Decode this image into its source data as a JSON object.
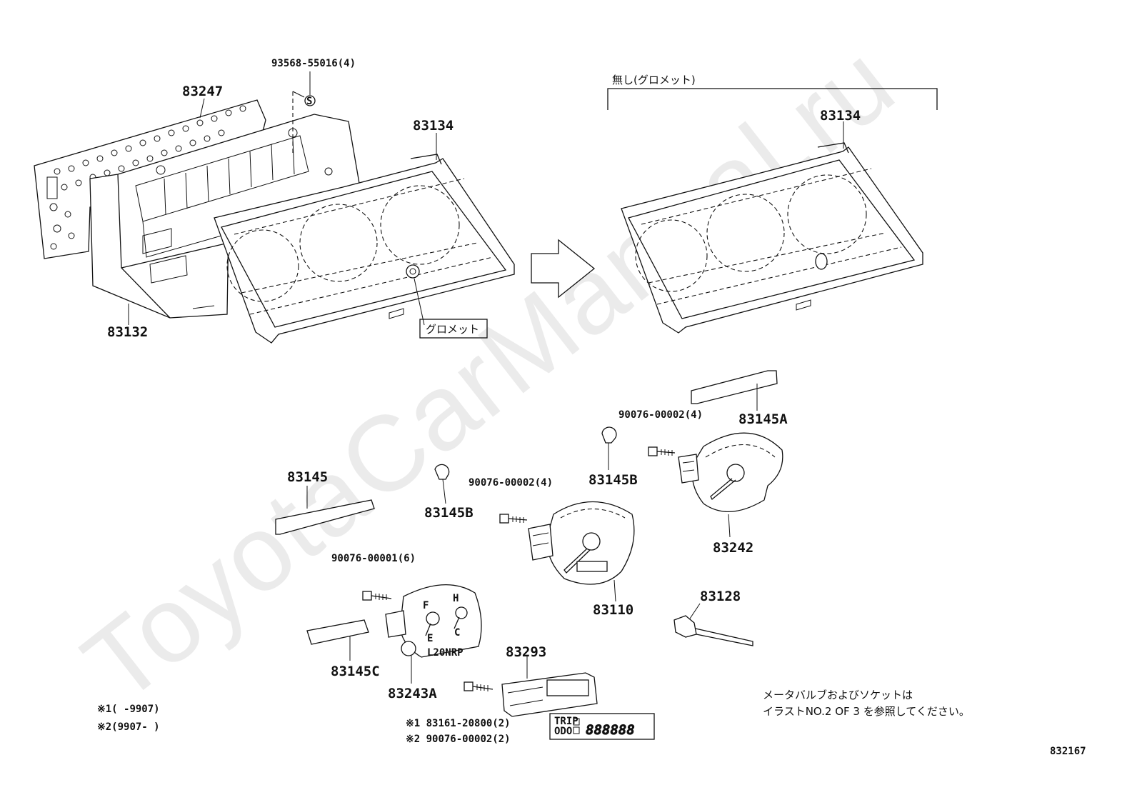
{
  "watermark": "ToyotaCarManual.ru",
  "diagram_id": "832167",
  "labels": {
    "p83247": "83247",
    "p93568": "93568-55016(4)",
    "p83134_left": "83134",
    "p83132": "83132",
    "grommet": "グロメット",
    "no_grommet": "無し(グロメット)",
    "p83134_right": "83134",
    "p83145A": "83145A",
    "p90076_4_right": "90076-00002(4)",
    "p83145B_right": "83145B",
    "p83145": "83145",
    "p83145B_left": "83145B",
    "p90076_4_mid": "90076-00002(4)",
    "p83242": "83242",
    "p83110": "83110",
    "p90076_6": "90076-00001(6)",
    "p83128": "83128",
    "p83145C": "83145C",
    "p83243A": "83243A",
    "p83293": "83293",
    "note1_line1": "※1 83161-20800(2)",
    "note1_line2": "※2 90076-00002(2)",
    "legend1": "※1(      -9907)",
    "legend2": "※2(9907-      )",
    "bulb_note_line1": "メータバルブおよびソケットは",
    "bulb_note_line2": "イラストNO.2 OF 3 を参照してください。",
    "lcd_trip": "TRIP",
    "lcd_odo": "ODO",
    "lcd_digits": "888888",
    "gauge_text": "L20NRP",
    "gauge_F": "F",
    "gauge_E": "E",
    "gauge_H": "H",
    "gauge_C": "C",
    "screw_mark": "S"
  }
}
